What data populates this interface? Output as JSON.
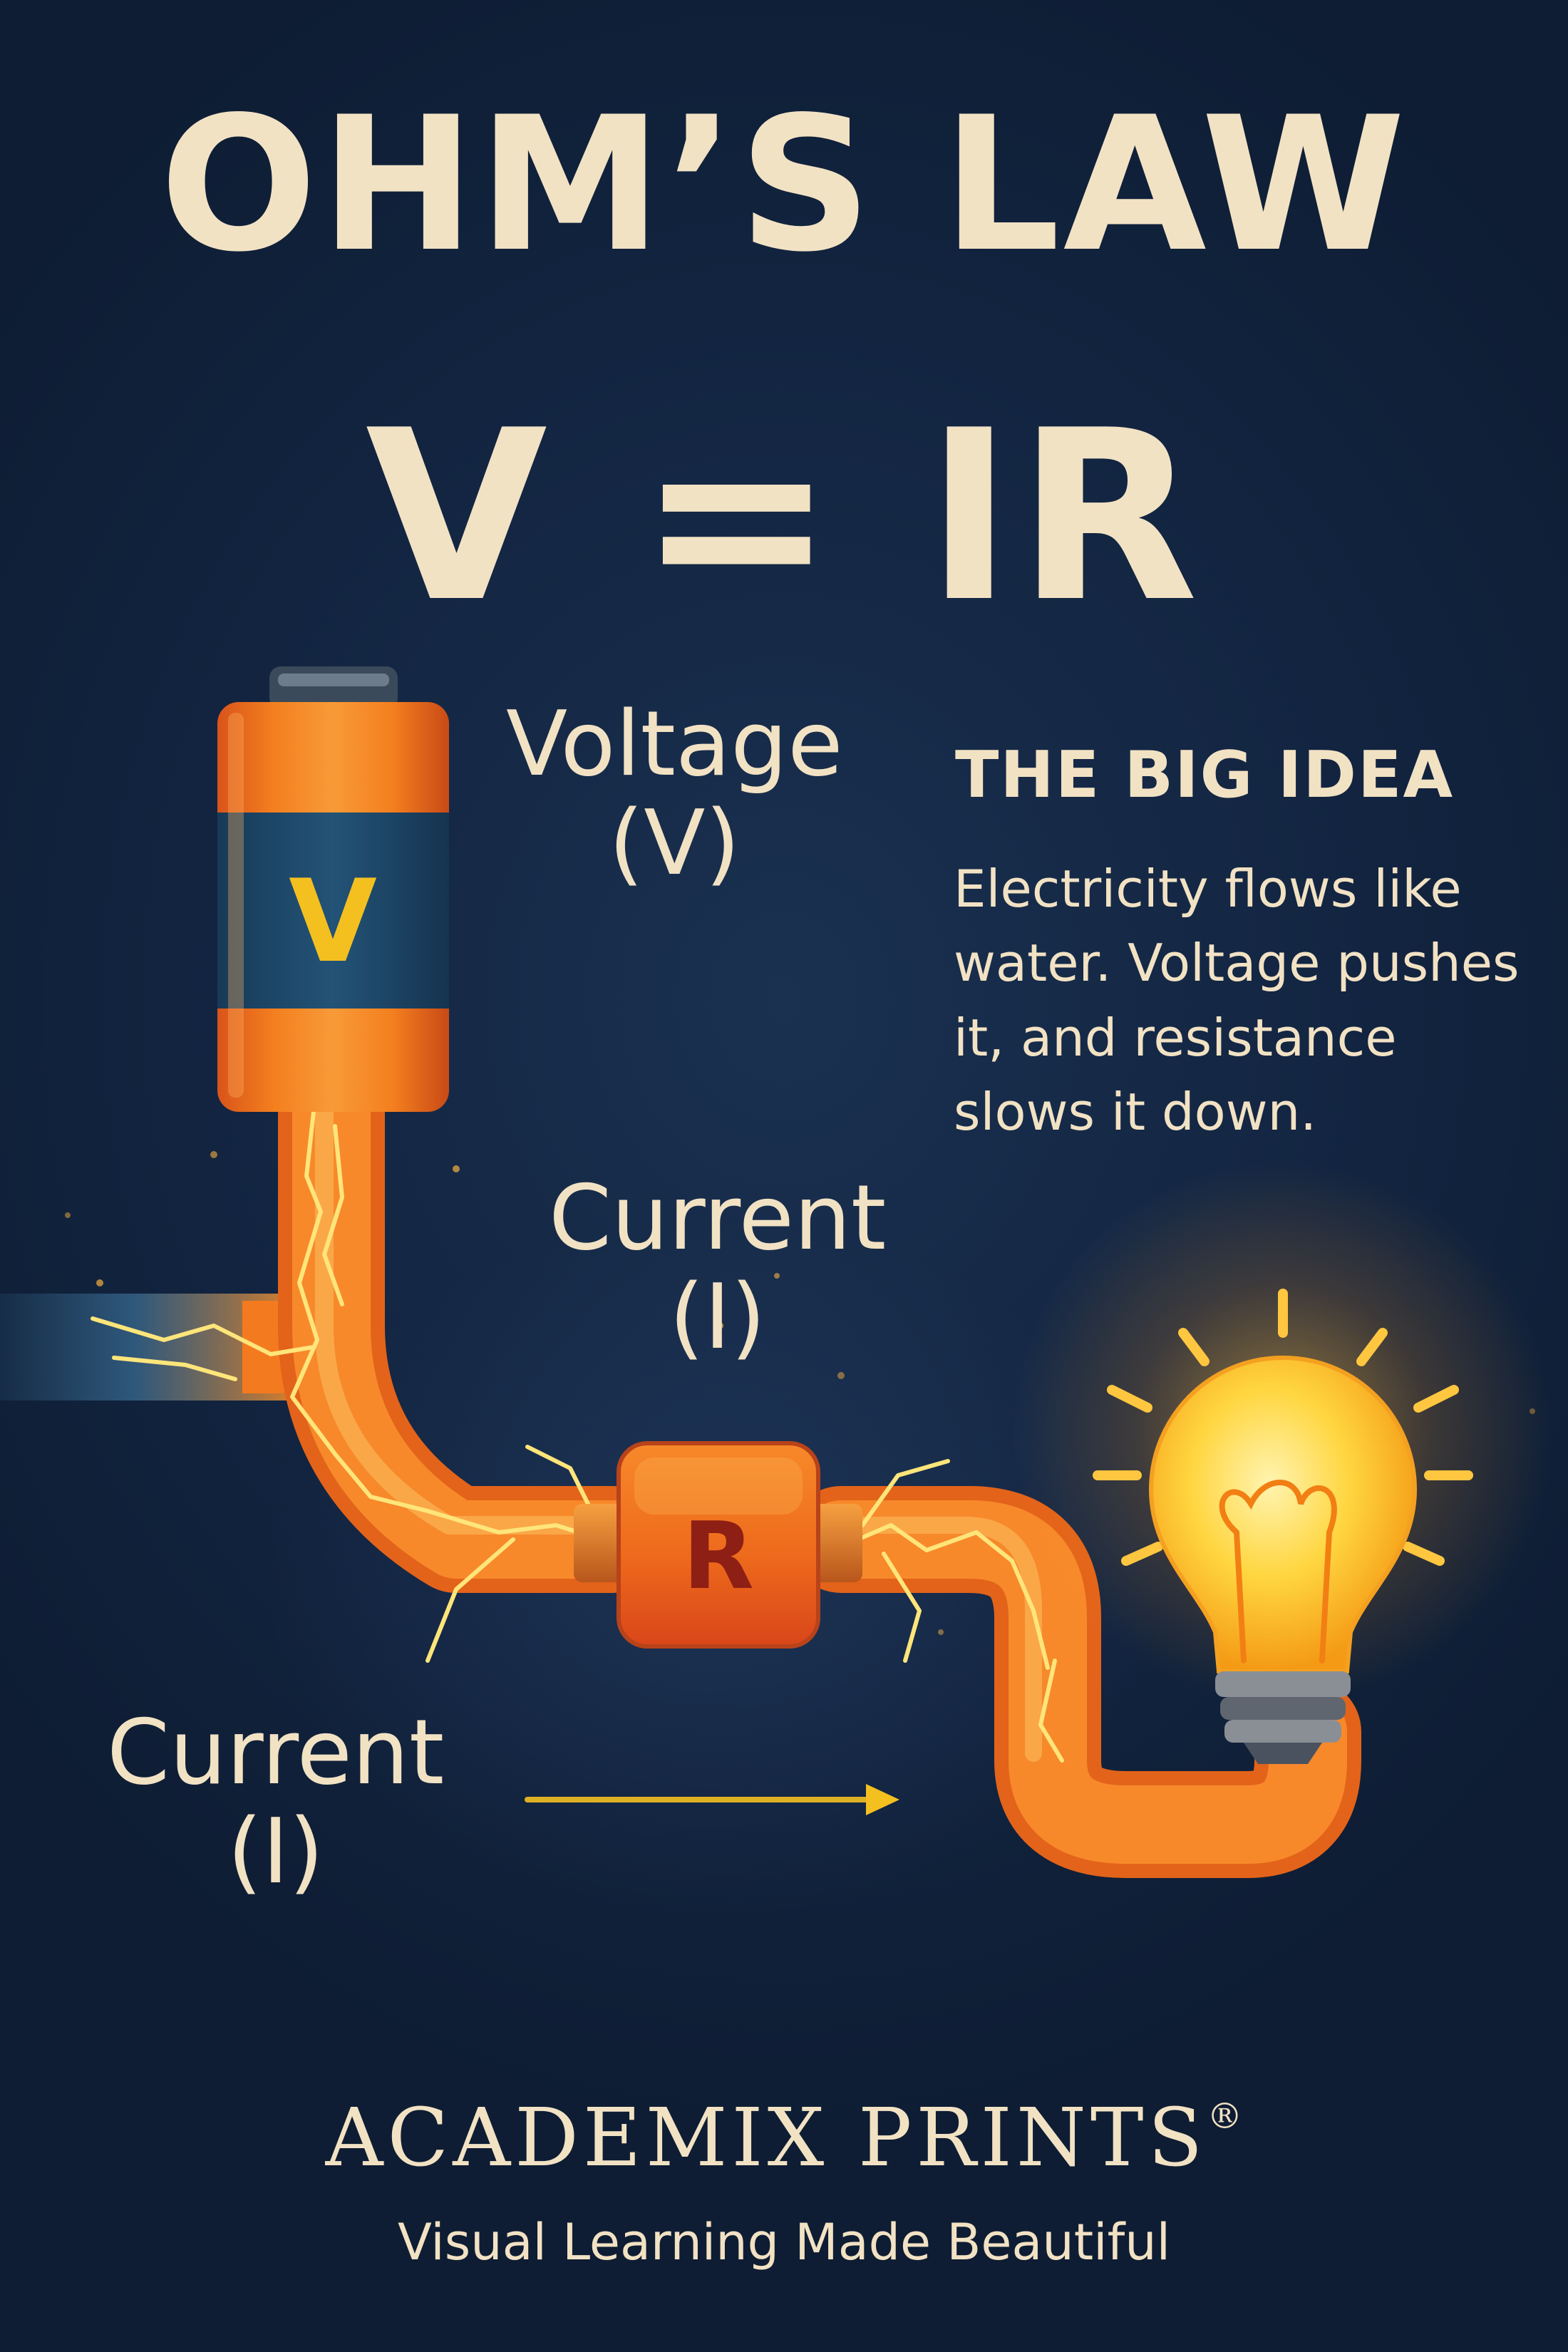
{
  "header": {
    "title": "OHM’S LAW",
    "formula": "V = IR"
  },
  "diagram": {
    "battery": {
      "symbol": "V"
    },
    "resistor": {
      "symbol": "R"
    },
    "labels": {
      "voltage_line1": "Voltage",
      "voltage_line2": "(V)",
      "current_mid_line1": "Current",
      "current_mid_line2": "(I)",
      "current_left_line1": "Current",
      "current_left_line2": "(I)"
    },
    "icons": [
      "battery-icon",
      "resistor-icon",
      "light-bulb-icon",
      "current-arrow-icon"
    ],
    "colors": {
      "background": "#132640",
      "text": "#f2e2c4",
      "pipe": "#f47a1f",
      "battery_band": "#1f4a6b",
      "battery_symbol": "#f4c020",
      "resistor_symbol": "#8e1f14",
      "bulb_glow": "#ffd040",
      "arrow": "#f4c020"
    }
  },
  "big_idea": {
    "heading": "THE BIG IDEA",
    "body": "Electricity flows like water. Voltage pushes it, and resistance slows it down."
  },
  "footer": {
    "brand": "ACADEMIX PRINTS",
    "registered_mark": "®",
    "tagline": "Visual Learning Made Beautiful"
  }
}
